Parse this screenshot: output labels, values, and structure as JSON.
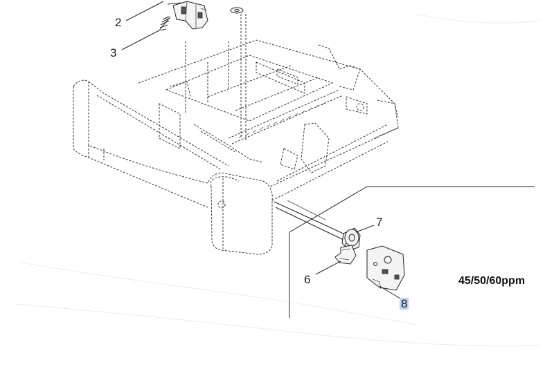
{
  "callouts": {
    "c2": "2",
    "c3": "3",
    "c6": "6",
    "c7": "7",
    "c8": "8"
  },
  "speed_label": "45/50/60ppm",
  "highlight_color": "#b9d3ee"
}
